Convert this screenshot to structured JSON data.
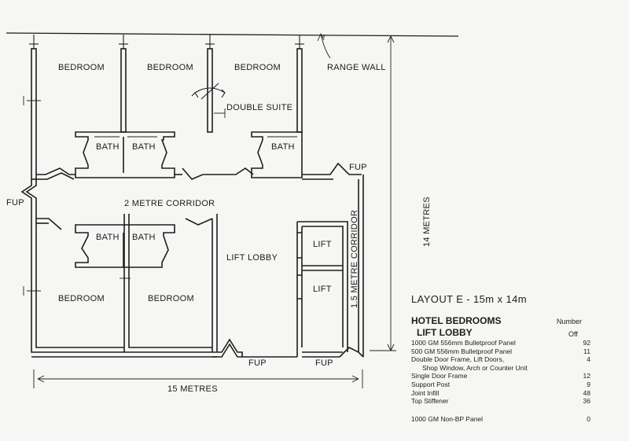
{
  "rooms": {
    "bedroom": "BEDROOM",
    "double_suite": "DOUBLE SUITE",
    "bath": "BATH",
    "lift": "LIFT",
    "lift_lobby": "LIFT LOBBY",
    "corridor": "2 METRE CORRIDOR",
    "corridor_vertical": "1.5 METRE CORRIDOR",
    "range_wall": "RANGE WALL",
    "fup": "FUP"
  },
  "dimensions": {
    "width": "15 METRES",
    "height": "14 METRES"
  },
  "layout_title": "LAYOUT E  - 15m x 14m",
  "spec_table": {
    "heading_1": "HOTEL BEDROOMS",
    "heading_2": "LIFT LOBBY",
    "col_header_1": "Number",
    "col_header_2": "Off",
    "rows": [
      {
        "item": "1000 GM 556mm Bulletproof Panel",
        "qty": "92"
      },
      {
        "item": "500 GM 556mm Bulletproof Panel",
        "qty": "11"
      },
      {
        "item": "Double Door Frame, Lift Doors,",
        "qty": "4"
      },
      {
        "item": "Shop Window, Arch or Counter Unit",
        "qty": ""
      },
      {
        "item": "Single Door Frame",
        "qty": "12"
      },
      {
        "item": "Support Post",
        "qty": "9"
      },
      {
        "item": "Joint Infill",
        "qty": "48"
      },
      {
        "item": "Top Stiffener",
        "qty": "36"
      },
      {
        "item": "1000 GM Non-BP Panel",
        "qty": "0"
      }
    ]
  }
}
